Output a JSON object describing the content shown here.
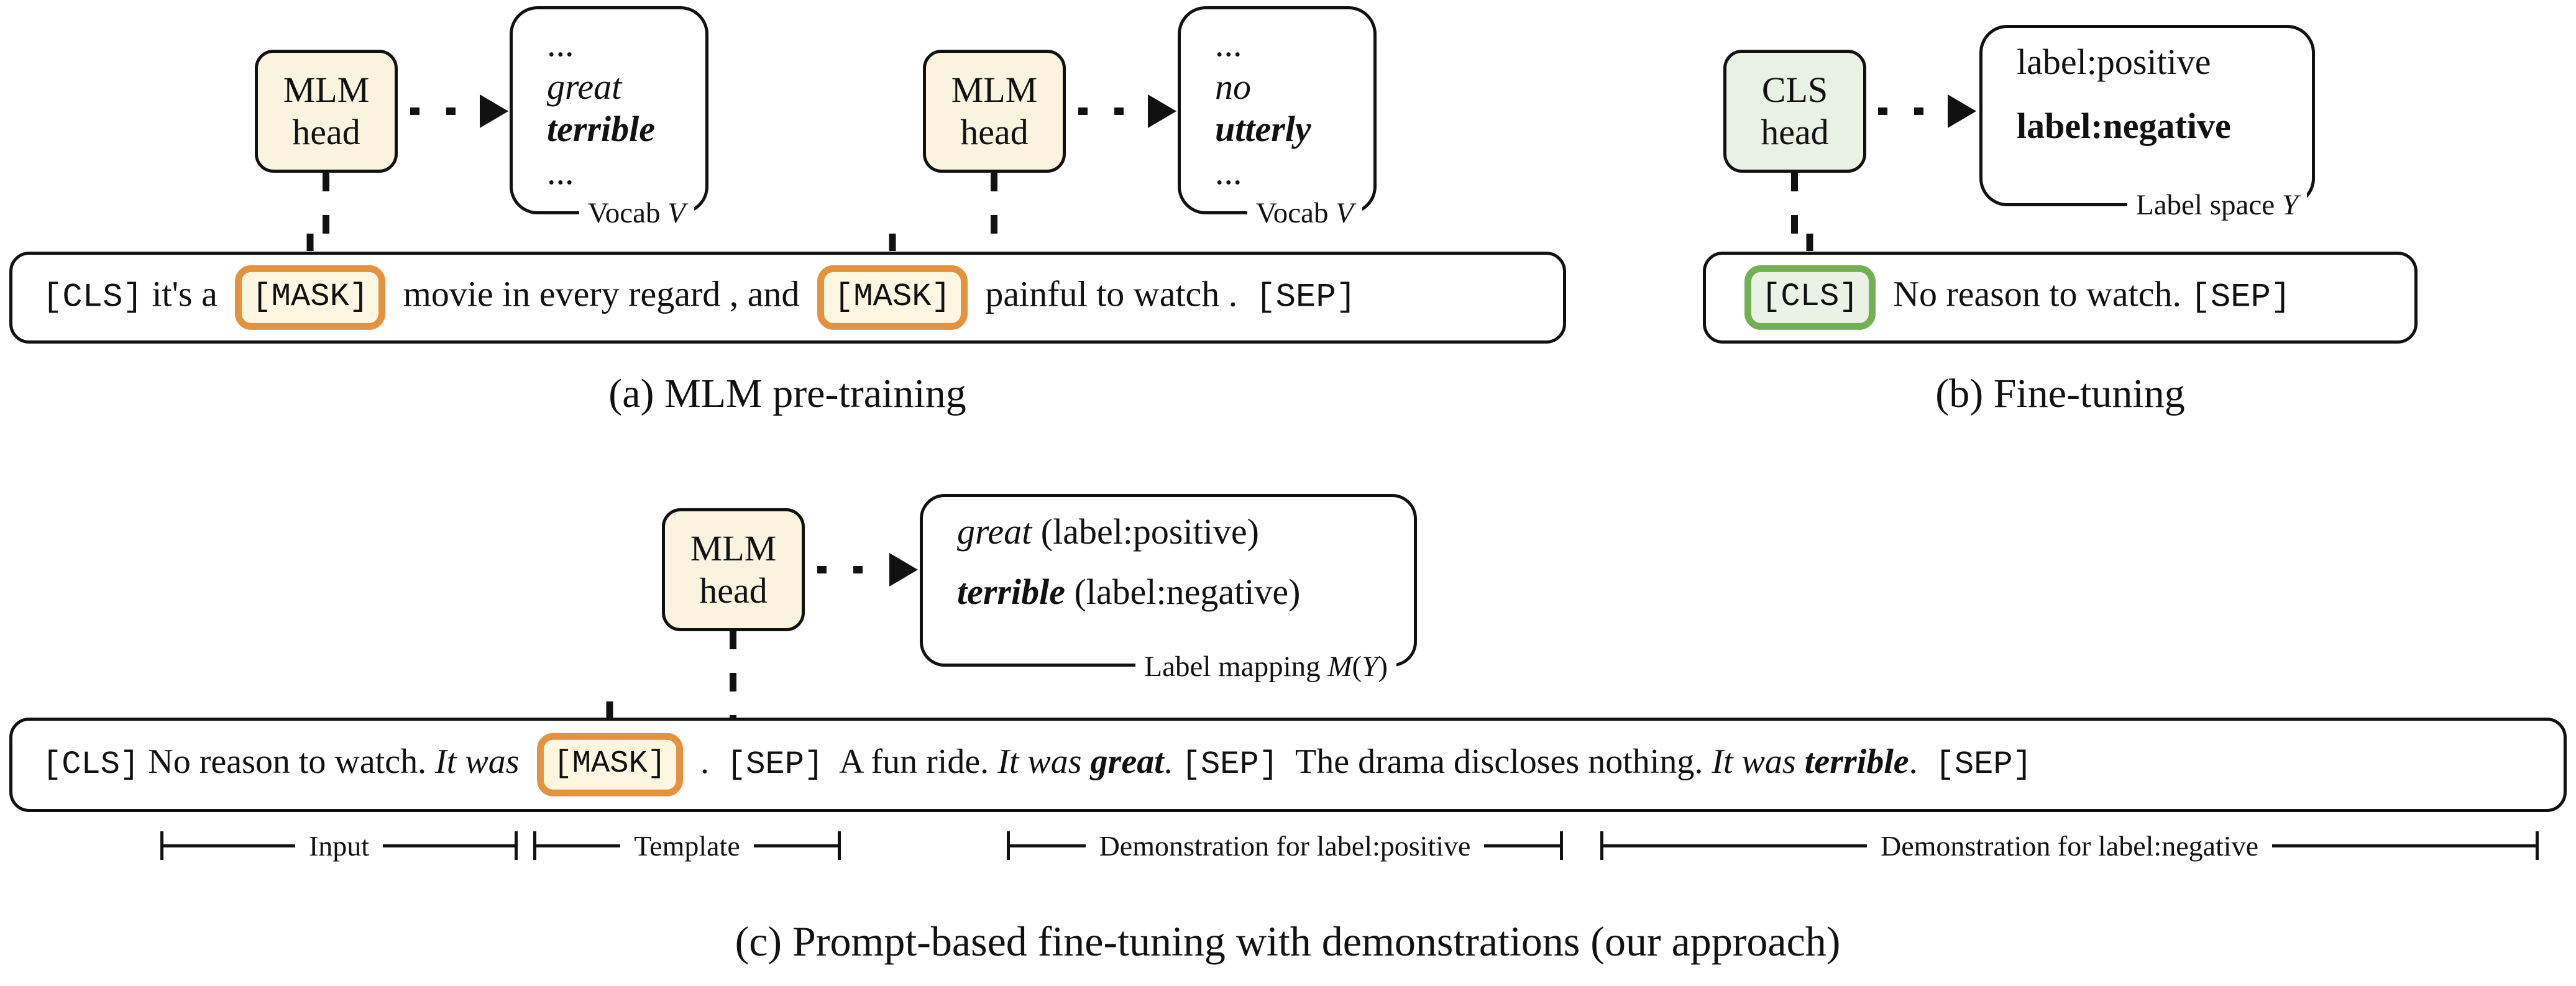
{
  "panel_a": {
    "caption": "(a) MLM pre-training",
    "head1": {
      "line1": "MLM",
      "line2": "head"
    },
    "head2": {
      "line1": "MLM",
      "line2": "head"
    },
    "vocab_box_1": {
      "ellipsis_top": "...",
      "rows": [
        [
          {
            "t": "great",
            "s": "italic"
          }
        ],
        [
          {
            "t": "terrible",
            "s": "bolditalic"
          }
        ]
      ],
      "ellipsis_bottom": "...",
      "corner_label": [
        {
          "t": "Vocab ",
          "s": "plain"
        },
        {
          "t": "V",
          "s": "scriptit"
        }
      ]
    },
    "vocab_box_2": {
      "ellipsis_top": "...",
      "rows": [
        [
          {
            "t": "no",
            "s": "italic"
          }
        ],
        [
          {
            "t": "utterly",
            "s": "bolditalic"
          }
        ]
      ],
      "ellipsis_bottom": "...",
      "corner_label": [
        {
          "t": "Vocab ",
          "s": "plain"
        },
        {
          "t": "V",
          "s": "scriptit"
        }
      ]
    },
    "sentence": [
      {
        "t": "[CLS]",
        "s": "mono"
      },
      {
        "t": " it's a ",
        "s": "plain"
      },
      {
        "t": "[MASK]",
        "s": "mask"
      },
      {
        "t": " movie in every regard , and ",
        "s": "plain"
      },
      {
        "t": "[MASK]",
        "s": "mask"
      },
      {
        "t": " painful to watch .  ",
        "s": "plain"
      },
      {
        "t": "[SEP]",
        "s": "mono"
      }
    ]
  },
  "panel_b": {
    "caption": "(b) Fine-tuning",
    "head": {
      "line1": "CLS",
      "line2": "head"
    },
    "label_space_box": {
      "rows": [
        [
          {
            "t": "label:positive",
            "s": "plain"
          }
        ],
        [
          {
            "t": "label:negative",
            "s": "bold"
          }
        ]
      ],
      "corner_label": [
        {
          "t": "Label space ",
          "s": "plain"
        },
        {
          "t": "Y",
          "s": "scriptit"
        }
      ]
    },
    "sentence": [
      {
        "t": "[CLS]",
        "s": "cls"
      },
      {
        "t": " No reason to watch. ",
        "s": "plain"
      },
      {
        "t": "[SEP]",
        "s": "mono"
      }
    ]
  },
  "panel_c": {
    "caption": "(c) Prompt-based fine-tuning with demonstrations (our approach)",
    "head": {
      "line1": "MLM",
      "line2": "head"
    },
    "label_mapping_box": {
      "rows": [
        [
          {
            "t": "great",
            "s": "italic"
          },
          {
            "t": " (label:positive)",
            "s": "plain"
          }
        ],
        [
          {
            "t": "terrible",
            "s": "bolditalic"
          },
          {
            "t": " (label:negative)",
            "s": "plain"
          }
        ]
      ],
      "corner_label": [
        {
          "t": "Label mapping ",
          "s": "plain"
        },
        {
          "t": "M",
          "s": "scriptit"
        },
        {
          "t": "(",
          "s": "plain"
        },
        {
          "t": "Y",
          "s": "scriptit"
        },
        {
          "t": ")",
          "s": "plain"
        }
      ]
    },
    "sentence": [
      {
        "t": "[CLS]",
        "s": "mono"
      },
      {
        "t": " No reason to watch. ",
        "s": "plain"
      },
      {
        "t": "It was ",
        "s": "italic"
      },
      {
        "t": "[MASK]",
        "s": "mask"
      },
      {
        "t": " .  ",
        "s": "plain"
      },
      {
        "t": "[SEP]",
        "s": "mono"
      },
      {
        "t": "  A fun ride. ",
        "s": "plain"
      },
      {
        "t": "It was ",
        "s": "italic"
      },
      {
        "t": "great",
        "s": "bolditalic"
      },
      {
        "t": ". ",
        "s": "plain"
      },
      {
        "t": "[SEP]",
        "s": "mono"
      },
      {
        "t": "  The drama discloses nothing. ",
        "s": "plain"
      },
      {
        "t": "It was ",
        "s": "italic"
      },
      {
        "t": "terrible",
        "s": "bolditalic"
      },
      {
        "t": ".  ",
        "s": "plain"
      },
      {
        "t": "[SEP]",
        "s": "mono"
      }
    ],
    "braces": {
      "input": "Input",
      "template": "Template",
      "demo_positive": "Demonstration for label:positive",
      "demo_negative": "Demonstration for label:negative"
    }
  },
  "colors": {
    "head_cream_bg": "#faf4df",
    "head_green_bg": "#e8f1e3",
    "mask_border_orange": "#e5923e",
    "mask_fill_cream": "#fdf6e1",
    "cls_border_green": "#72b153",
    "cls_fill_green": "#e9f2e5",
    "line_black": "#111111"
  }
}
